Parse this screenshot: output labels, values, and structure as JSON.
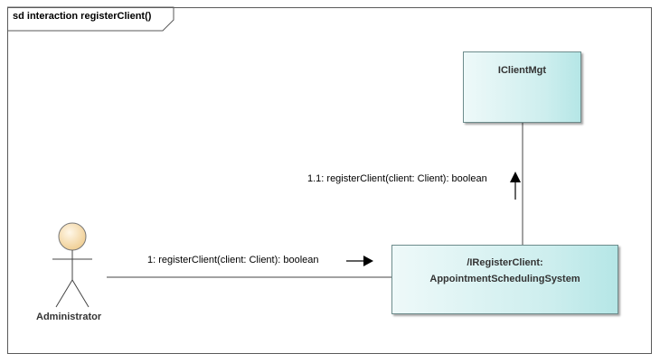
{
  "frame": {
    "title": "sd interaction registerClient()"
  },
  "actor": {
    "name": "Administrator"
  },
  "lifelines": [
    {
      "name": "IClientMgt",
      "label_lines": [
        "IClientMgt"
      ]
    },
    {
      "name": "/IRegisterClient: AppointmentSchedulingSystem",
      "label_lines": [
        "/IRegisterClient:",
        "AppointmentSchedulingSystem"
      ]
    }
  ],
  "messages": [
    {
      "label": "1: registerClient(client: Client): boolean"
    },
    {
      "label": "1.1: registerClient(client: Client): boolean"
    }
  ],
  "colors": {
    "box_border": "#6d8c8c",
    "box_fill": "#cdeeee",
    "actor_head": "#f5dcae",
    "frame_border": "#5a5a5a"
  }
}
